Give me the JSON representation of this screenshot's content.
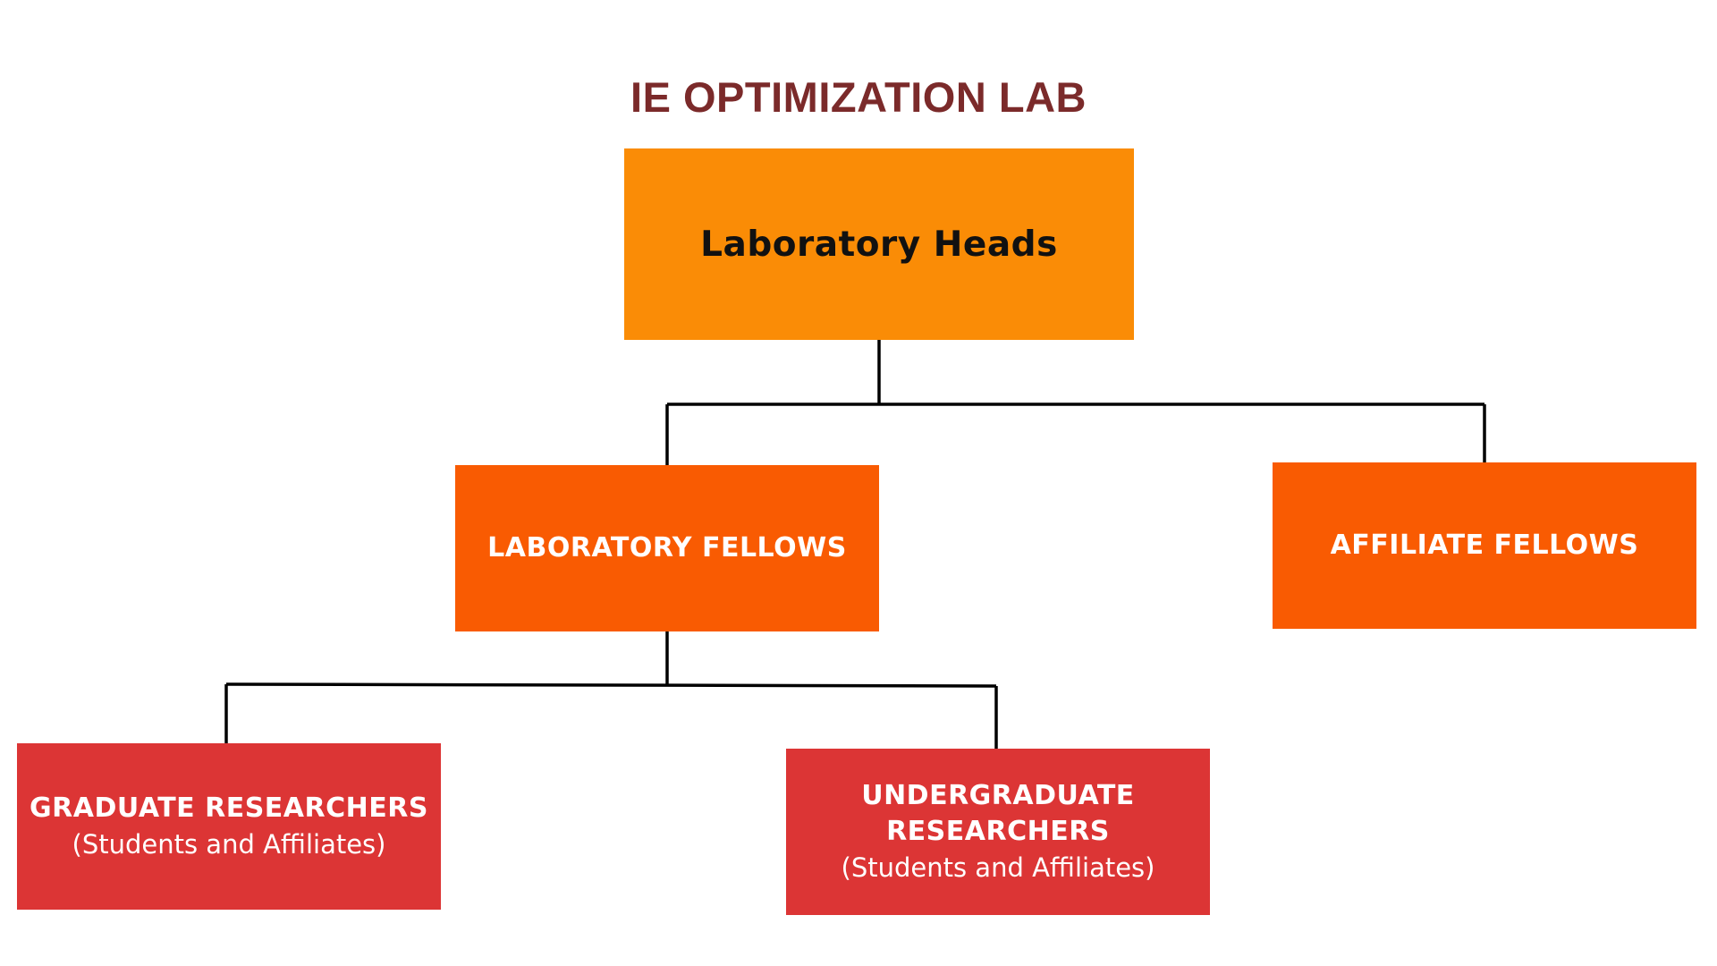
{
  "title": "IE OPTIMIZATION LAB",
  "nodes": {
    "heads": {
      "label": "Laboratory Heads"
    },
    "fellows": {
      "label": "LABORATORY FELLOWS"
    },
    "affiliate": {
      "label": "AFFILIATE FELLOWS"
    },
    "grad": {
      "label": "GRADUATE RESEARCHERS",
      "sub": "(Students and Affiliates)"
    },
    "undergrad": {
      "label_line1": "UNDERGRADUATE",
      "label_line2": "RESEARCHERS",
      "sub": "(Students and Affiliates)"
    }
  },
  "colors": {
    "title": "#7b2a2a",
    "head_box": "#fa8c06",
    "fellow_box": "#f95b02",
    "researcher_box": "#dc3535",
    "connector": "#000000"
  }
}
